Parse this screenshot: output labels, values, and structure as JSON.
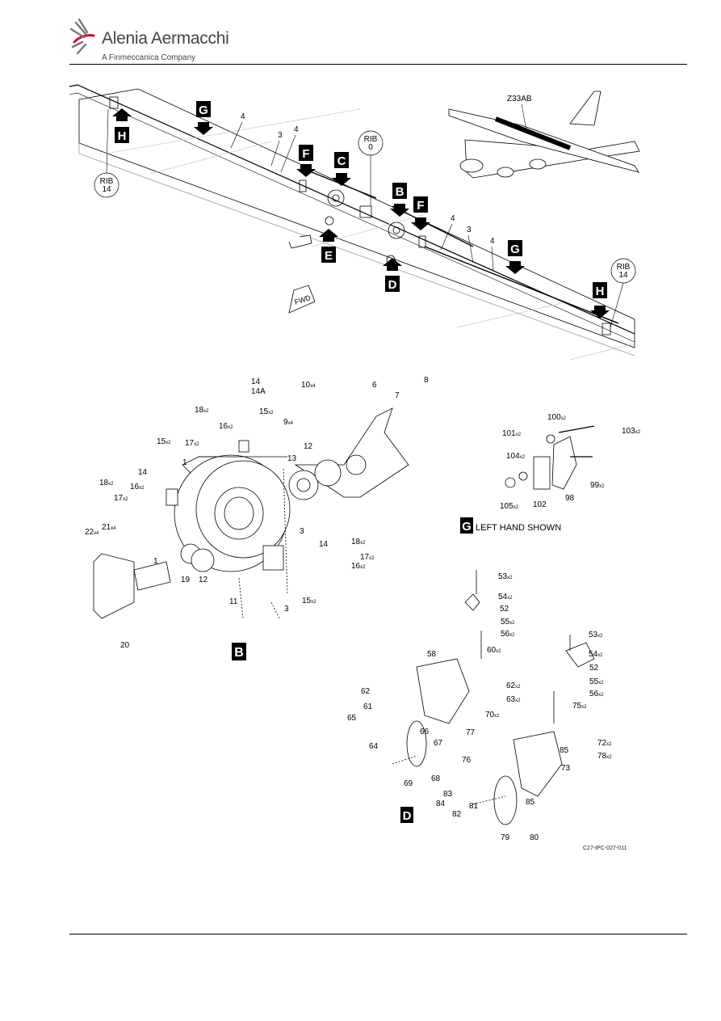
{
  "header": {
    "company": "Alenia Aermacchi",
    "subtitle": "A Finmeccanica Company"
  },
  "figure": {
    "aircraft_label": "Z33AB",
    "fwd_label": "FWD",
    "rib_left": "RIB\n14",
    "rib_center": "RIB\n0",
    "rib_right": "RIB\n14",
    "view_letters": [
      "G",
      "H",
      "F",
      "C",
      "B",
      "F",
      "E",
      "D",
      "G",
      "H"
    ],
    "overview_callouts": [
      "4",
      "3",
      "4",
      "4",
      "3",
      "4"
    ],
    "detail_b": {
      "letter": "B",
      "callouts": [
        {
          "n": "14",
          "q": ""
        },
        {
          "n": "14A",
          "q": ""
        },
        {
          "n": "10",
          "q": "x4"
        },
        {
          "n": "6",
          "q": ""
        },
        {
          "n": "8",
          "q": ""
        },
        {
          "n": "7",
          "q": ""
        },
        {
          "n": "18",
          "q": "x2"
        },
        {
          "n": "15",
          "q": "x2"
        },
        {
          "n": "9",
          "q": "x4"
        },
        {
          "n": "16",
          "q": "x2"
        },
        {
          "n": "17",
          "q": "x2"
        },
        {
          "n": "12",
          "q": ""
        },
        {
          "n": "15",
          "q": "x2"
        },
        {
          "n": "13",
          "q": ""
        },
        {
          "n": "1",
          "q": ""
        },
        {
          "n": "14",
          "q": ""
        },
        {
          "n": "18",
          "q": "x2"
        },
        {
          "n": "16",
          "q": "x2"
        },
        {
          "n": "17",
          "q": "x2"
        },
        {
          "n": "3",
          "q": ""
        },
        {
          "n": "22",
          "q": "x4"
        },
        {
          "n": "21",
          "q": "x4"
        },
        {
          "n": "1",
          "q": ""
        },
        {
          "n": "14",
          "q": ""
        },
        {
          "n": "18",
          "q": "x2"
        },
        {
          "n": "17",
          "q": "x2"
        },
        {
          "n": "16",
          "q": "x2"
        },
        {
          "n": "19",
          "q": ""
        },
        {
          "n": "12",
          "q": ""
        },
        {
          "n": "11",
          "q": ""
        },
        {
          "n": "15",
          "q": "x2"
        },
        {
          "n": "3",
          "q": ""
        },
        {
          "n": "20",
          "q": ""
        }
      ]
    },
    "detail_g": {
      "letter": "G",
      "caption": "LEFT HAND SHOWN",
      "callouts": [
        {
          "n": "100",
          "q": "x2"
        },
        {
          "n": "101",
          "q": "x2"
        },
        {
          "n": "103",
          "q": "x2"
        },
        {
          "n": "104",
          "q": "x2"
        },
        {
          "n": "99",
          "q": "x2"
        },
        {
          "n": "105",
          "q": "x2"
        },
        {
          "n": "102",
          "q": ""
        },
        {
          "n": "98",
          "q": ""
        }
      ]
    },
    "detail_d": {
      "letter": "D",
      "callouts": [
        {
          "n": "53",
          "q": "x2"
        },
        {
          "n": "54",
          "q": "x2"
        },
        {
          "n": "52",
          "q": ""
        },
        {
          "n": "55",
          "q": "x2"
        },
        {
          "n": "56",
          "q": "x2"
        },
        {
          "n": "58",
          "q": ""
        },
        {
          "n": "60",
          "q": "x2"
        },
        {
          "n": "53",
          "q": "x2"
        },
        {
          "n": "54",
          "q": "x2"
        },
        {
          "n": "52",
          "q": ""
        },
        {
          "n": "55",
          "q": "x2"
        },
        {
          "n": "56",
          "q": "x2"
        },
        {
          "n": "62",
          "q": ""
        },
        {
          "n": "62",
          "q": "x2"
        },
        {
          "n": "63",
          "q": "x2"
        },
        {
          "n": "61",
          "q": ""
        },
        {
          "n": "70",
          "q": "x2"
        },
        {
          "n": "75",
          "q": "x2"
        },
        {
          "n": "65",
          "q": ""
        },
        {
          "n": "66",
          "q": ""
        },
        {
          "n": "77",
          "q": ""
        },
        {
          "n": "72",
          "q": "x2"
        },
        {
          "n": "64",
          "q": ""
        },
        {
          "n": "67",
          "q": ""
        },
        {
          "n": "85",
          "q": ""
        },
        {
          "n": "78",
          "q": "x2"
        },
        {
          "n": "76",
          "q": ""
        },
        {
          "n": "73",
          "q": ""
        },
        {
          "n": "69",
          "q": ""
        },
        {
          "n": "68",
          "q": ""
        },
        {
          "n": "84",
          "q": ""
        },
        {
          "n": "83",
          "q": ""
        },
        {
          "n": "85",
          "q": ""
        },
        {
          "n": "81",
          "q": ""
        },
        {
          "n": "82",
          "q": ""
        },
        {
          "n": "79",
          "q": ""
        },
        {
          "n": "80",
          "q": ""
        }
      ]
    },
    "reference": "C27-IPC-027-011"
  }
}
